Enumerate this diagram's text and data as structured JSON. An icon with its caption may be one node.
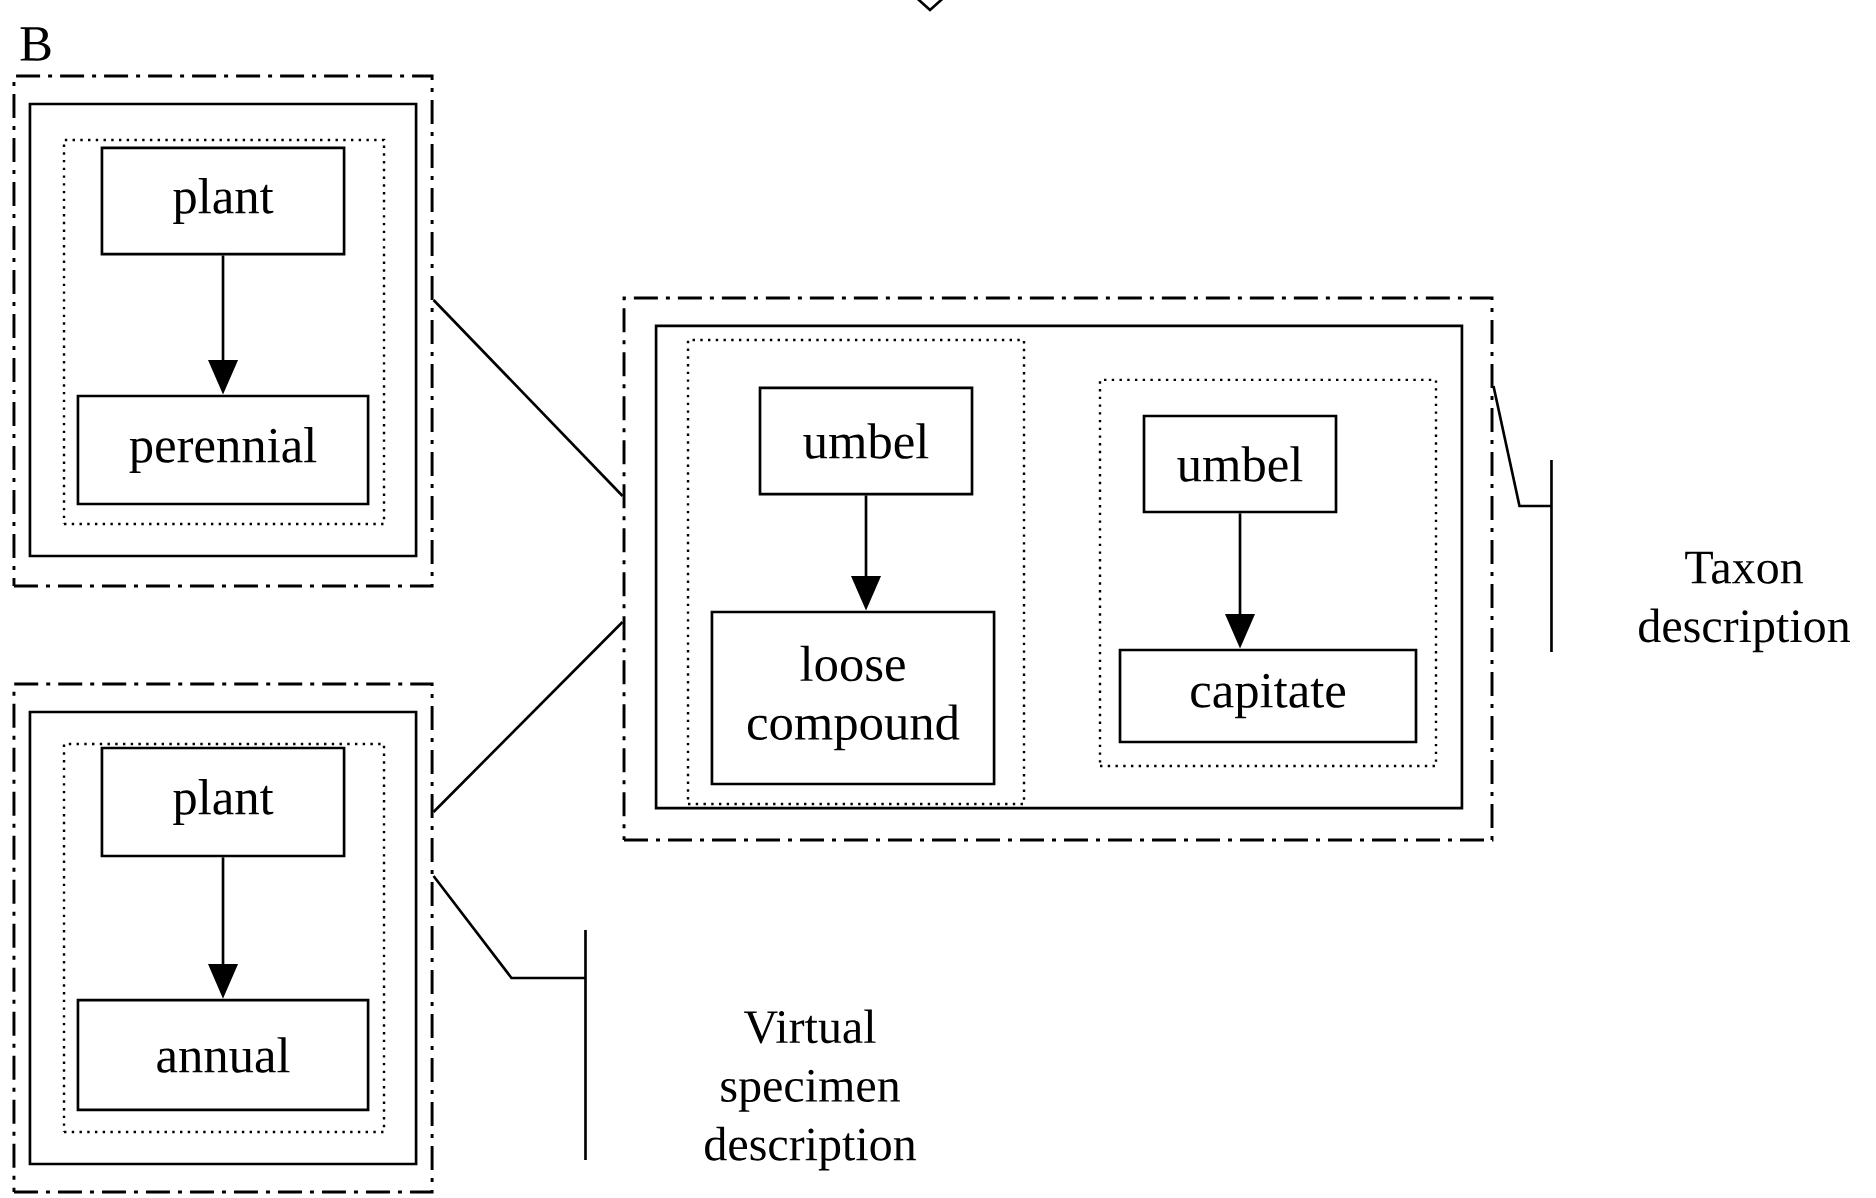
{
  "diagram": {
    "nodes": [
      {
        "text": [],
        "shape": "box"
      },
      {
        "text": [],
        "shape": "box",
        "in": 0
      },
      {
        "text": [],
        "shape": "box",
        "in": 1
      },
      {
        "text": [
          "plant"
        ],
        "in": 2
      },
      {
        "text": [
          "perennial"
        ],
        "in": 2
      },
      {
        "text": [],
        "shape": "box"
      },
      {
        "text": [],
        "shape": "box",
        "in": 5
      },
      {
        "text": [],
        "shape": "box",
        "in": 6
      },
      {
        "text": [
          "plant"
        ],
        "in": 7
      },
      {
        "text": [
          "annual"
        ],
        "in": 7
      },
      {
        "text": [],
        "shape": "box"
      },
      {
        "text": [],
        "shape": "box",
        "in": 10
      },
      {
        "text": [],
        "shape": "box",
        "in": 11
      },
      {
        "text": [
          "umbel"
        ],
        "in": 12
      },
      {
        "text": [
          "loose compound"
        ],
        "in": 12
      },
      {
        "text": [],
        "shape": "box",
        "in": 11
      },
      {
        "text": [
          "umbel"
        ],
        "in": 15
      },
      {
        "text": [
          "capitate"
        ],
        "in": 15
      },
      {
        "text": [
          "Taxon description"
        ]
      },
      {
        "text": [
          "Virtual specimen description"
        ]
      }
    ],
    "edges": [
      {
        "from": 3,
        "to": 4,
        "arrow": "to"
      },
      {
        "from": 8,
        "to": 9,
        "arrow": "to"
      },
      {
        "from": 13,
        "to": 14,
        "arrow": "to"
      },
      {
        "from": 16,
        "to": 17,
        "arrow": "to"
      },
      {
        "from": 0,
        "to": 10,
        "arrow": "none"
      },
      {
        "from": 5,
        "to": 10,
        "arrow": "none"
      },
      {
        "from": 18,
        "to": 10,
        "arrow": "none"
      },
      {
        "from": 19,
        "to": 5,
        "arrow": "none"
      }
    ],
    "labels": [
      "B"
    ]
  }
}
